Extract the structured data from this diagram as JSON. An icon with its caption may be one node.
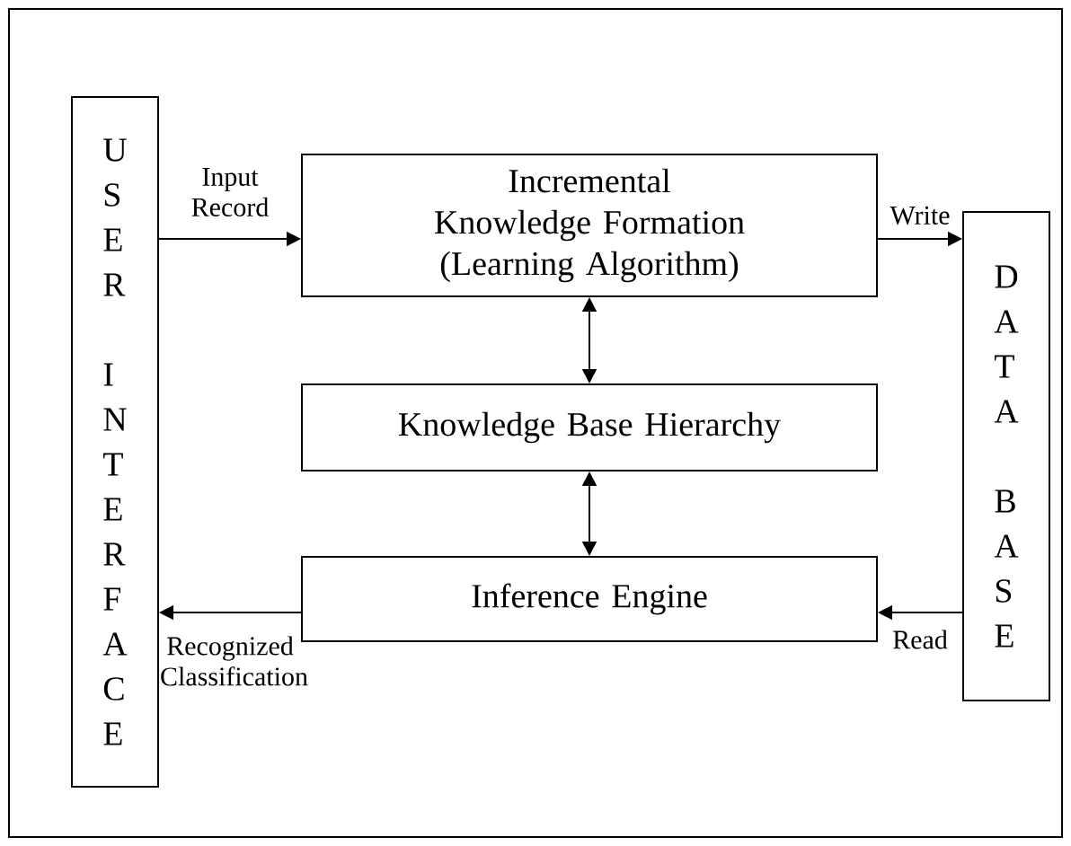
{
  "diagram": {
    "nodes": [
      {
        "text": [
          "USER INTERFACE"
        ]
      },
      {
        "text": [
          "Incremental Knowledge Formation (Learning Algorithm)"
        ]
      },
      {
        "text": [
          "Knowledge Base Hierarchy"
        ]
      },
      {
        "text": [
          "Inference Engine"
        ]
      },
      {
        "text": [
          "DATA BASE"
        ]
      }
    ],
    "edges": [
      {
        "from": 0,
        "to": 1,
        "arrow": "to",
        "label": "Input Record"
      },
      {
        "from": 1,
        "to": 4,
        "arrow": "to",
        "label": "Write"
      },
      {
        "from": 1,
        "to": 2,
        "arrow": "both"
      },
      {
        "from": 2,
        "to": 3,
        "arrow": "both"
      },
      {
        "from": 4,
        "to": 3,
        "arrow": "to",
        "label": "Read"
      },
      {
        "from": 3,
        "to": 0,
        "arrow": "to",
        "label": "Recognized Classification"
      }
    ]
  }
}
